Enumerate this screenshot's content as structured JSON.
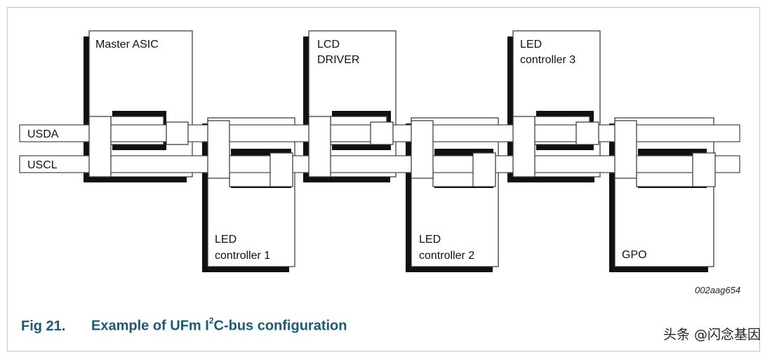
{
  "bus_lines": {
    "sda": "USDA",
    "scl": "USCL"
  },
  "devices": {
    "master": {
      "line1": "Master ASIC"
    },
    "led1": {
      "line1": "LED",
      "line2": "controller 1"
    },
    "lcd": {
      "line1": "LCD",
      "line2": "DRIVER"
    },
    "led2": {
      "line1": "LED",
      "line2": "controller 2"
    },
    "led3": {
      "line1": "LED",
      "line2": "controller 3"
    },
    "gpo": {
      "line1": "GPO"
    }
  },
  "figure_code": "002aag654",
  "caption": {
    "number": "Fig 21.",
    "text_before_sup": "Example of UFm I",
    "sup": "2",
    "text_after_sup": "C-bus configuration"
  },
  "watermark": "头条 @闪念基因"
}
